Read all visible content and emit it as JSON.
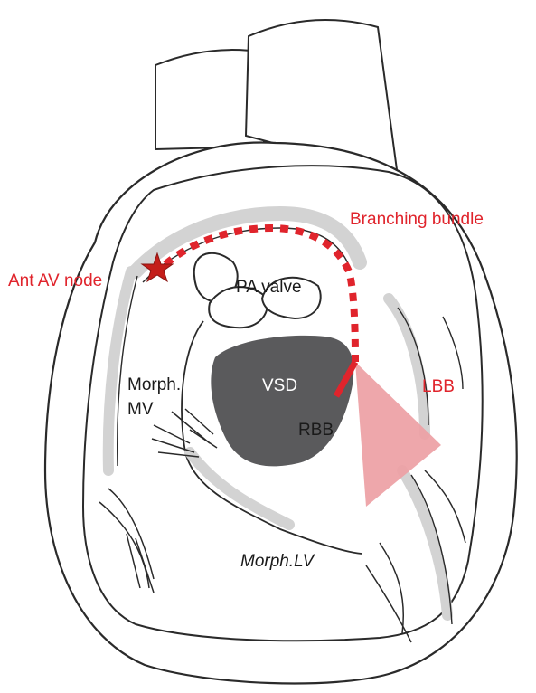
{
  "labels": {
    "ant_av_node": "Ant AV node",
    "branching_bundle": "Branching bundle",
    "pa_valve": "PA valve",
    "morph_mv_line1": "Morph.",
    "morph_mv_line2": "MV",
    "vsd": "VSD",
    "rbb": "RBB",
    "lbb": "LBB",
    "morph_lv": "Morph.LV"
  },
  "colors": {
    "conduction": "#e0242c",
    "lbb_fan": "#eda0a4",
    "vsd_fill": "#5a5a5c",
    "outline": "#2a2a2a",
    "shadow": "#cfcfcf"
  },
  "icons": {
    "av_node_marker": "star-icon"
  }
}
